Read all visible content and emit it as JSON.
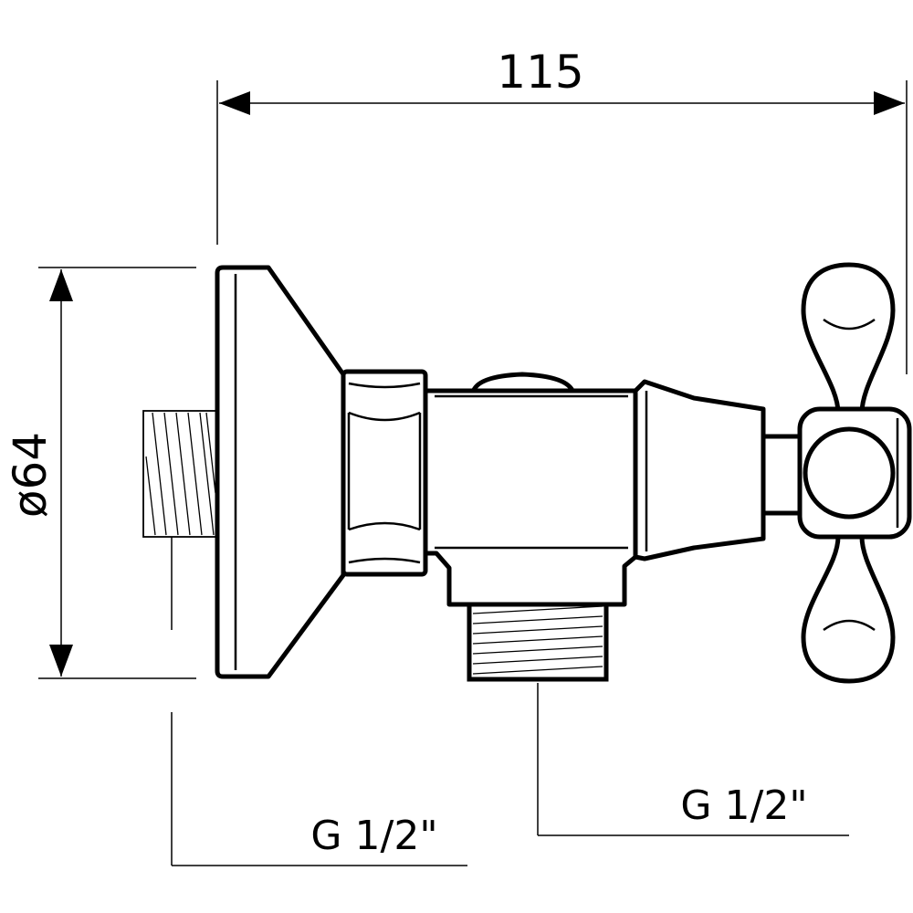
{
  "drawing": {
    "dimension_width": "115",
    "dimension_diameter": "ø64",
    "label_wall_thread": "G 1/2\"",
    "label_outlet_thread": "G 1/2\""
  }
}
